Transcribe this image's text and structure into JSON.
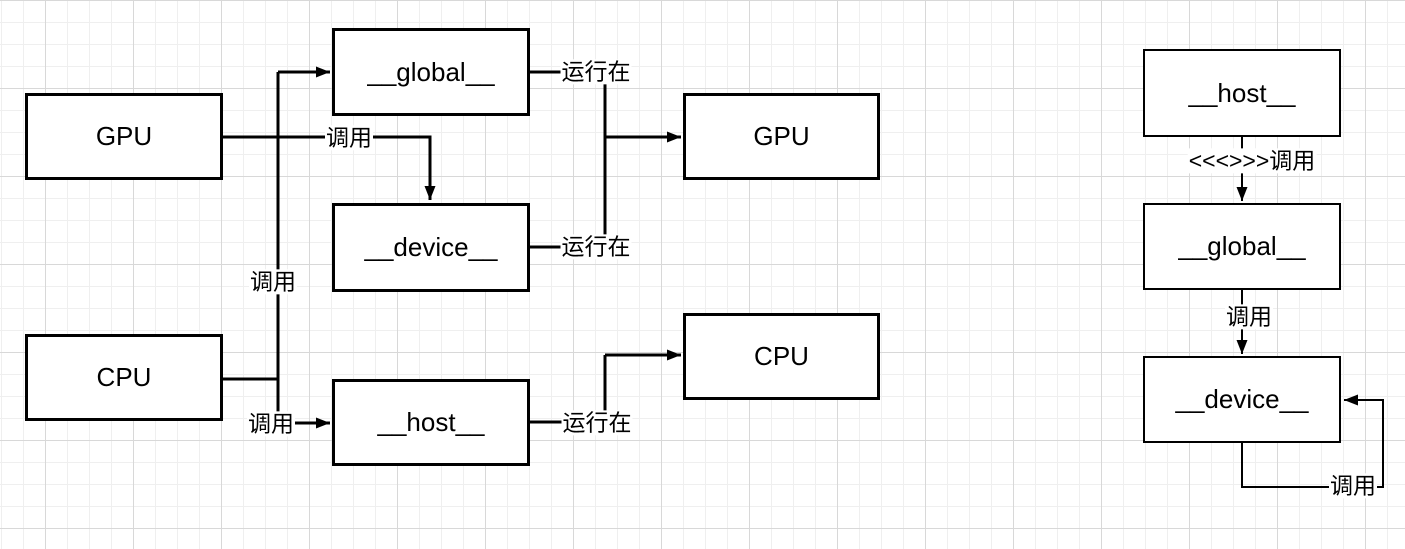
{
  "app": {
    "line_color": "#000000",
    "node_fill": "#ffffff",
    "grid_minor_color": "#efefef",
    "grid_major_color": "#d8d8d8"
  },
  "left_diagram": {
    "nodes": {
      "gpu_caller": "GPU",
      "global_fn": "__global__",
      "device_fn": "__device__",
      "cpu_caller": "CPU",
      "host_fn": "__host__",
      "gpu_target": "GPU",
      "cpu_target": "CPU"
    },
    "edge_labels": {
      "gpu_calls_device": "调用",
      "cpu_calls_global": "调用",
      "cpu_calls_host": "调用",
      "global_runs_on": "运行在",
      "device_runs_on": "运行在",
      "host_runs_on": "运行在"
    }
  },
  "right_diagram": {
    "nodes": {
      "host_fn": "__host__",
      "global_fn": "__global__",
      "device_fn": "__device__"
    },
    "edge_labels": {
      "host_calls_global": "<<<>>>调用",
      "global_calls_device": "调用",
      "device_calls_self": "调用"
    }
  }
}
